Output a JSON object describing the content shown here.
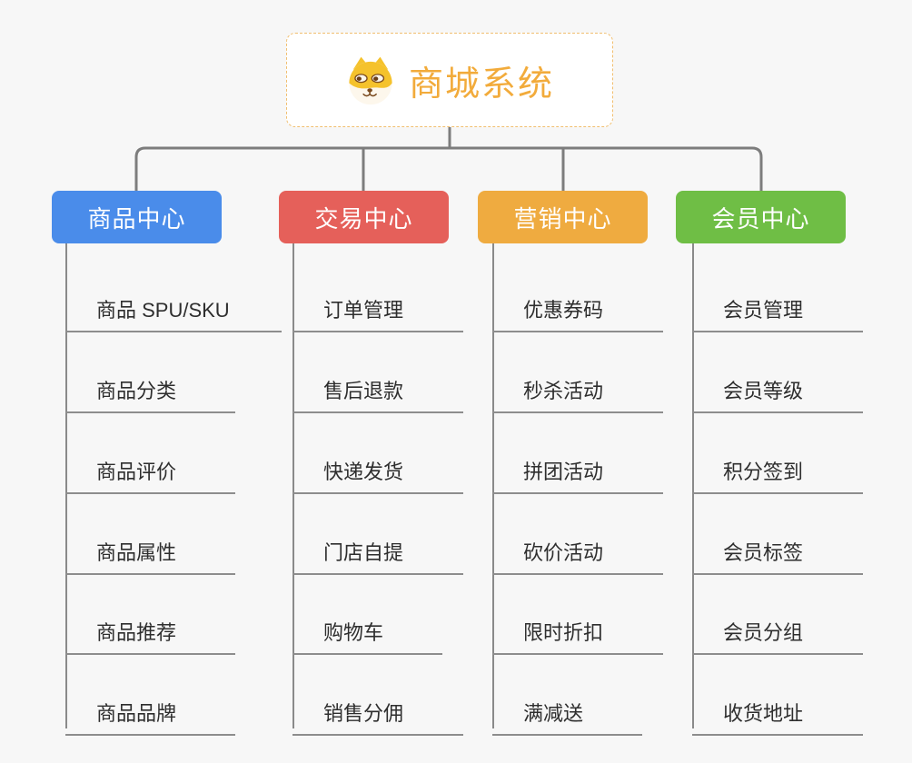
{
  "root": {
    "title": "商城系统",
    "icon": "shiba-dog-icon",
    "title_color": "#f2ab3b",
    "border_color": "#f1bf70"
  },
  "connector_color": "#7d7d7d",
  "branches": [
    {
      "label": "商品中心",
      "color": "#4a8cea",
      "items": [
        "商品 SPU/SKU",
        "商品分类",
        "商品评价",
        "商品属性",
        "商品推荐",
        "商品品牌"
      ]
    },
    {
      "label": "交易中心",
      "color": "#e5605a",
      "items": [
        "订单管理",
        "售后退款",
        "快递发货",
        "门店自提",
        "购物车",
        "销售分佣"
      ]
    },
    {
      "label": "营销中心",
      "color": "#efab40",
      "items": [
        "优惠券码",
        "秒杀活动",
        "拼团活动",
        "砍价活动",
        "限时折扣",
        "满减送"
      ]
    },
    {
      "label": "会员中心",
      "color": "#6fbe45",
      "items": [
        "会员管理",
        "会员等级",
        "积分签到",
        "会员标签",
        "会员分组",
        "收货地址"
      ]
    }
  ]
}
